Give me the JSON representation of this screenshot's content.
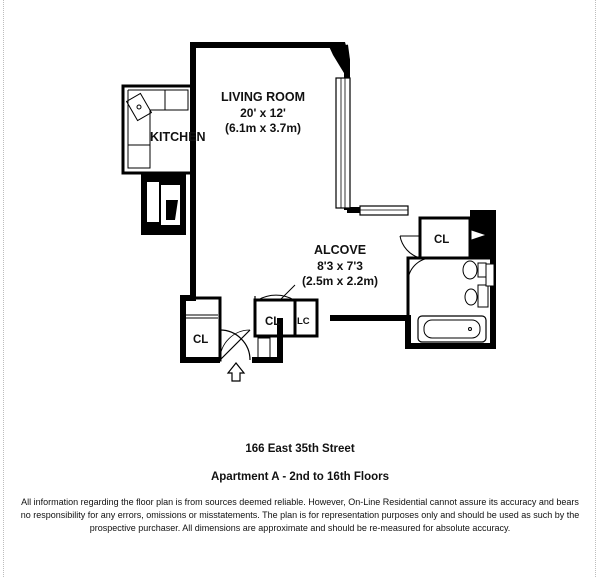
{
  "rooms": {
    "living": {
      "name": "LIVING ROOM",
      "dim_ft": "20' x 12'",
      "dim_m": "(6.1m x 3.7m)"
    },
    "kitchen": {
      "name": "KITCHEN"
    },
    "alcove": {
      "name": "ALCOVE",
      "dim_ft": "8'3 x 7'3",
      "dim_m": "(2.5m x 2.2m)"
    }
  },
  "closets": {
    "cl_label": "CL",
    "lc_label": "LC"
  },
  "address": "166 East 35th Street",
  "apartment": "Apartment A - 2nd to 16th Floors",
  "disclaimer": "All information regarding the floor plan is from sources deemed reliable.  However, On-Line Residential cannot assure its accuracy and bears no responsibility for any errors, omissions or misstatements.  The plan is for representation purposes only and should be used as such by the prospective purchaser.  All dimensions are approximate and should be re-measured for absolute accuracy."
}
